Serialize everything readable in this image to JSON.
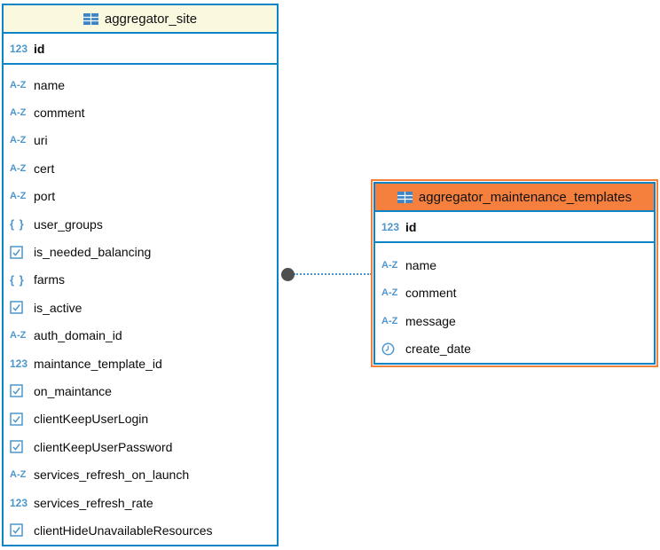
{
  "diagram": {
    "colors": {
      "table_border": "#0C84C8",
      "site_header_bg": "#FBF8E0",
      "templates_header_bg": "#F5803D",
      "templates_outline": "#F5803D",
      "icon_blue": "#4D96CC",
      "relation_dot": "#4F4F4F",
      "relation_line": "#4D96CC",
      "text": "#0a0a0a"
    },
    "icon_glyphs": {
      "string": "A-Z",
      "number": "123",
      "json": "{ }"
    },
    "connector": {
      "type": "relation",
      "line_style": "dotted"
    },
    "tables": [
      {
        "title": "aggregator_site",
        "keys": [
          {
            "icon": "number",
            "label": "id"
          }
        ],
        "fields": [
          {
            "icon": "string",
            "label": "name"
          },
          {
            "icon": "string",
            "label": "comment"
          },
          {
            "icon": "string",
            "label": "uri"
          },
          {
            "icon": "string",
            "label": "cert"
          },
          {
            "icon": "string",
            "label": "port"
          },
          {
            "icon": "json",
            "label": "user_groups"
          },
          {
            "icon": "boolean",
            "label": "is_needed_balancing"
          },
          {
            "icon": "json",
            "label": "farms"
          },
          {
            "icon": "boolean",
            "label": "is_active"
          },
          {
            "icon": "string",
            "label": "auth_domain_id"
          },
          {
            "icon": "number",
            "label": "maintance_template_id"
          },
          {
            "icon": "boolean",
            "label": "on_maintance"
          },
          {
            "icon": "boolean",
            "label": "clientKeepUserLogin"
          },
          {
            "icon": "boolean",
            "label": "clientKeepUserPassword"
          },
          {
            "icon": "string",
            "label": "services_refresh_on_launch"
          },
          {
            "icon": "number",
            "label": "services_refresh_rate"
          },
          {
            "icon": "boolean",
            "label": "clientHideUnavailableResources"
          }
        ]
      },
      {
        "title": "aggregator_maintenance_templates",
        "keys": [
          {
            "icon": "number",
            "label": "id"
          }
        ],
        "fields": [
          {
            "icon": "string",
            "label": "name"
          },
          {
            "icon": "string",
            "label": "comment"
          },
          {
            "icon": "string",
            "label": "message"
          },
          {
            "icon": "datetime",
            "label": "create_date"
          }
        ]
      }
    ]
  }
}
